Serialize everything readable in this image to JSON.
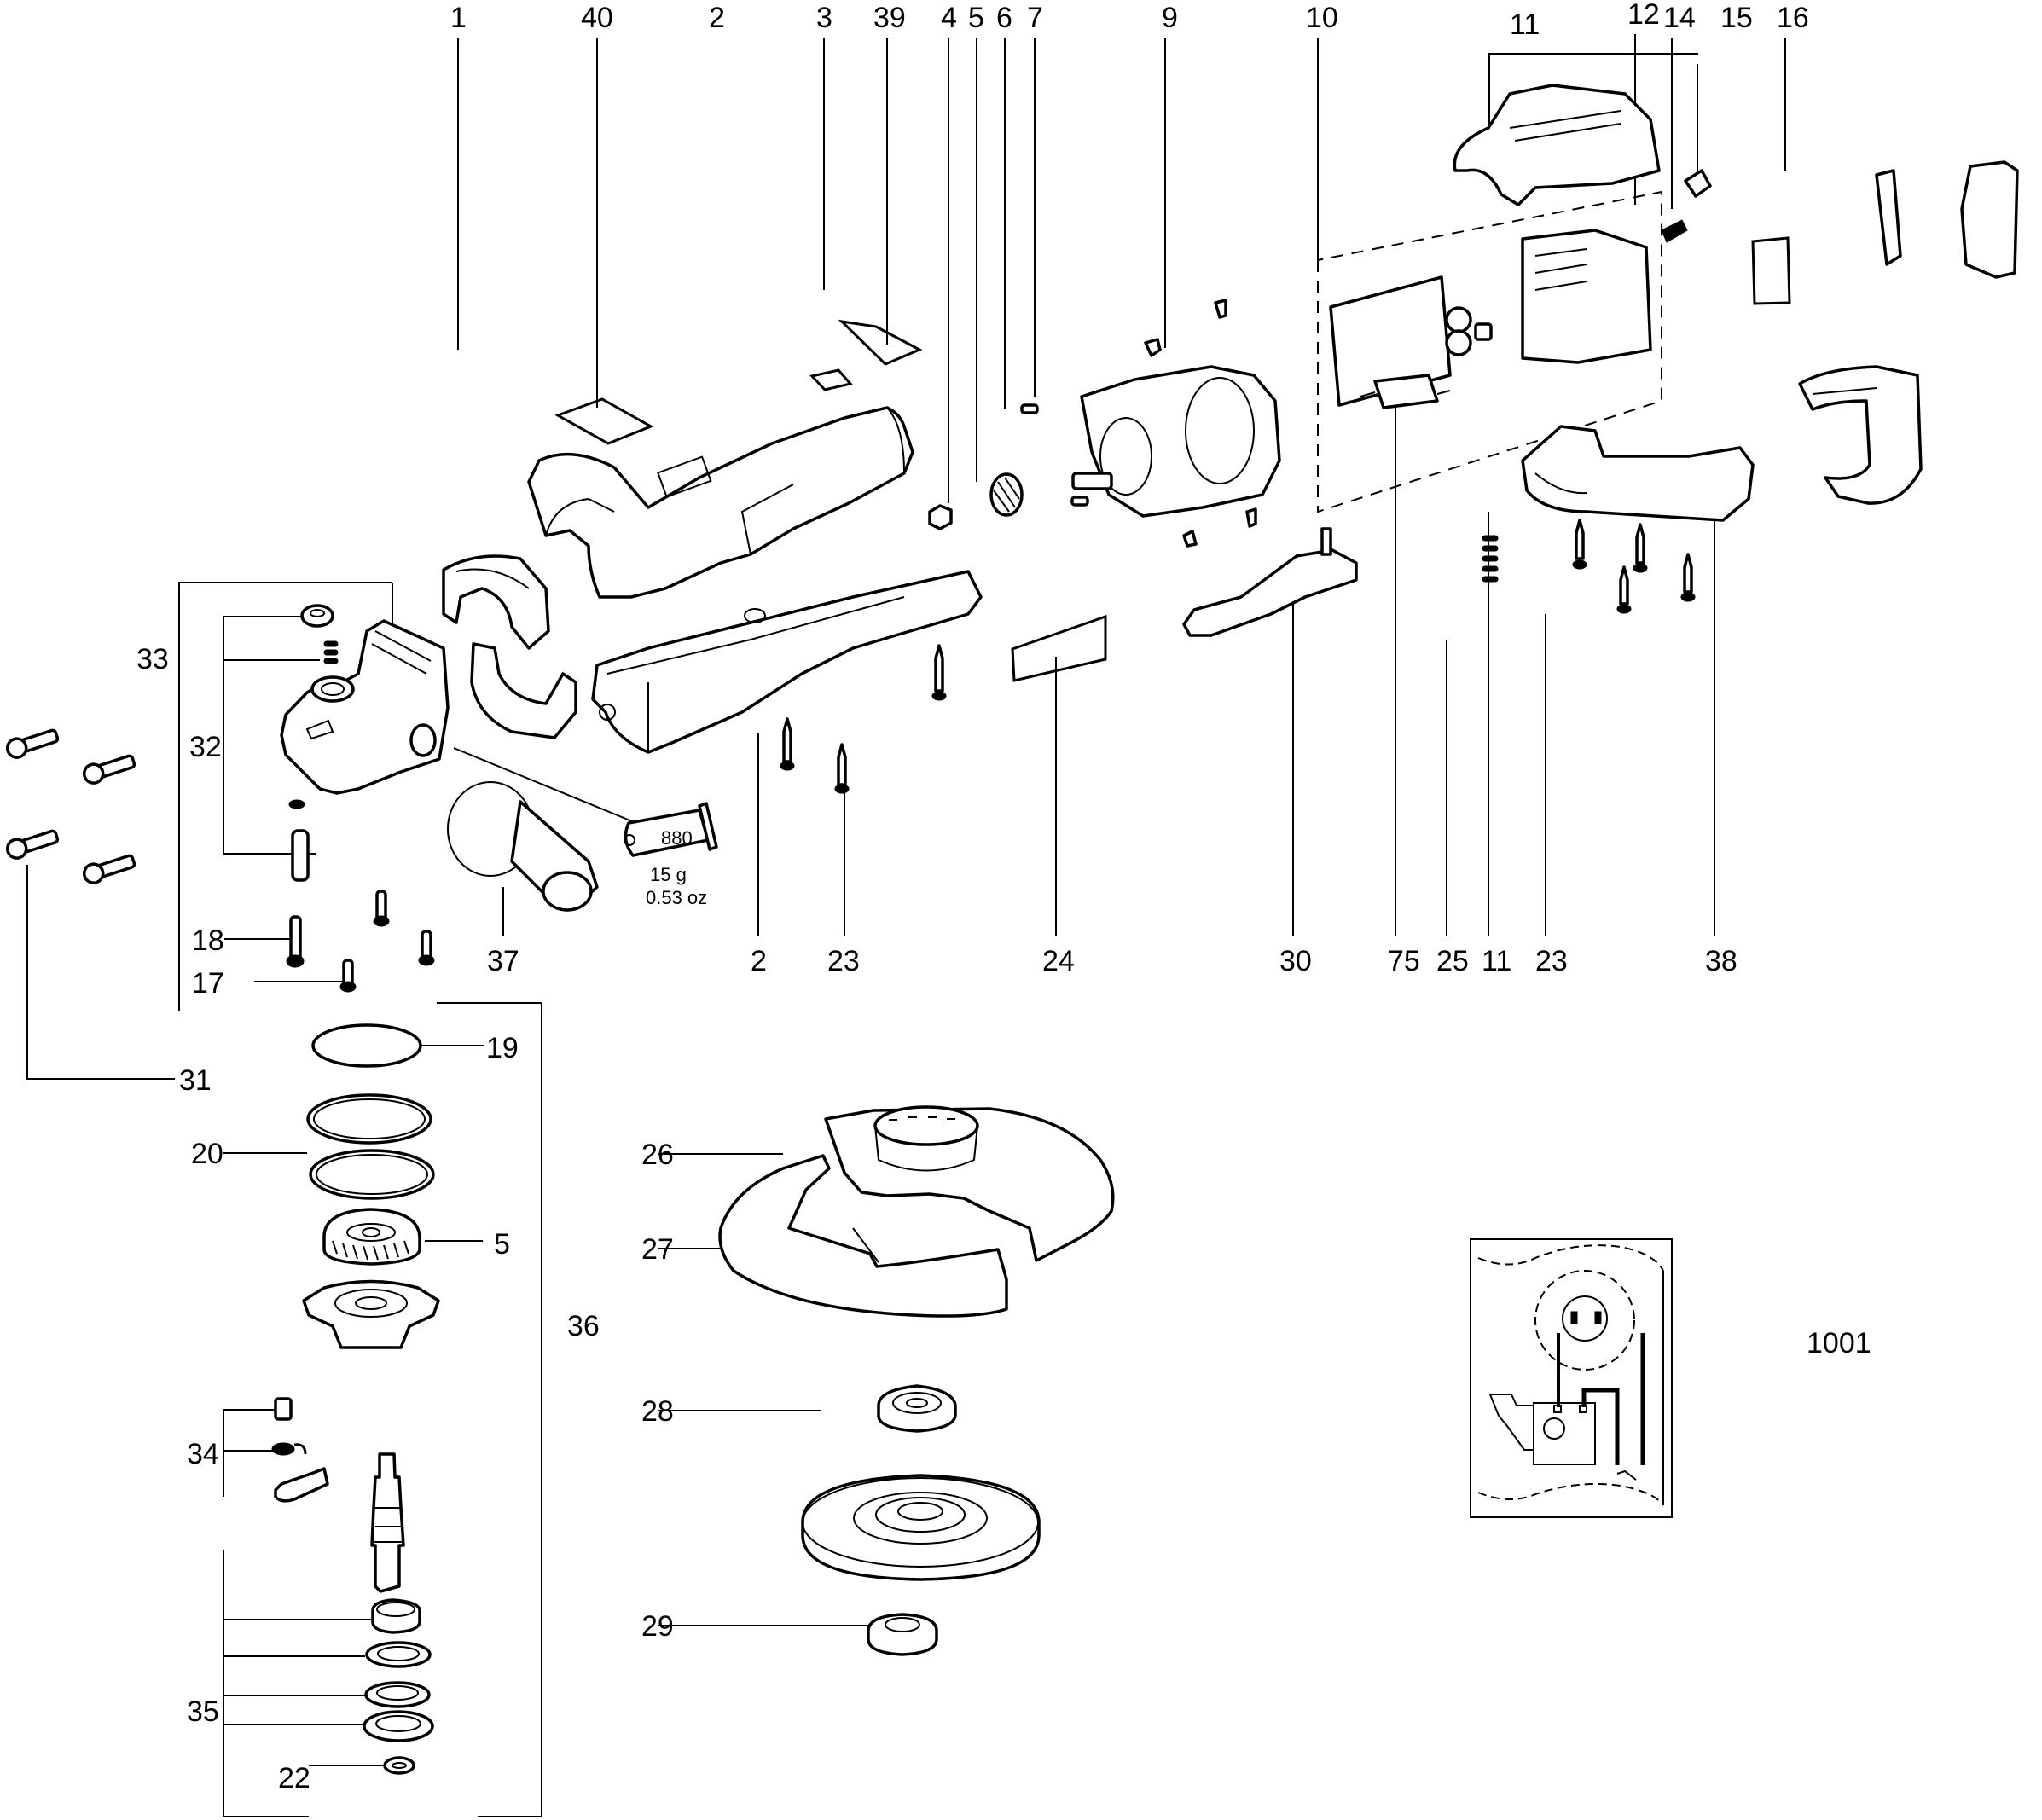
{
  "diagram": {
    "title": "Exploded parts diagram - angle grinder",
    "colors": {
      "ink": "#000000",
      "paper": "#ffffff"
    },
    "callouts": [
      {
        "id": "c1",
        "label": "1"
      },
      {
        "id": "c40",
        "label": "40"
      },
      {
        "id": "c2top",
        "label": "2"
      },
      {
        "id": "c3",
        "label": "3"
      },
      {
        "id": "c39",
        "label": "39"
      },
      {
        "id": "c4",
        "label": "4"
      },
      {
        "id": "c5top",
        "label": "5"
      },
      {
        "id": "c6",
        "label": "6"
      },
      {
        "id": "c7",
        "label": "7"
      },
      {
        "id": "c9",
        "label": "9"
      },
      {
        "id": "c10",
        "label": "10"
      },
      {
        "id": "c11top",
        "label": "11"
      },
      {
        "id": "c12",
        "label": "12"
      },
      {
        "id": "c14",
        "label": "14"
      },
      {
        "id": "c15",
        "label": "15"
      },
      {
        "id": "c16",
        "label": "16"
      },
      {
        "id": "c33",
        "label": "33"
      },
      {
        "id": "c32",
        "label": "32"
      },
      {
        "id": "c18",
        "label": "18"
      },
      {
        "id": "c17",
        "label": "17"
      },
      {
        "id": "c37",
        "label": "37"
      },
      {
        "id": "c2bot",
        "label": "2"
      },
      {
        "id": "c23a",
        "label": "23"
      },
      {
        "id": "c24",
        "label": "24"
      },
      {
        "id": "c30",
        "label": "30"
      },
      {
        "id": "c75",
        "label": "75"
      },
      {
        "id": "c25",
        "label": "25"
      },
      {
        "id": "c11bot",
        "label": "11"
      },
      {
        "id": "c23b",
        "label": "23"
      },
      {
        "id": "c38",
        "label": "38"
      },
      {
        "id": "c31",
        "label": "31"
      },
      {
        "id": "c19",
        "label": "19"
      },
      {
        "id": "c20",
        "label": "20"
      },
      {
        "id": "c5bot",
        "label": "5"
      },
      {
        "id": "c36",
        "label": "36"
      },
      {
        "id": "c34",
        "label": "34"
      },
      {
        "id": "c35",
        "label": "35"
      },
      {
        "id": "c22",
        "label": "22"
      },
      {
        "id": "c26",
        "label": "26"
      },
      {
        "id": "c27",
        "label": "27"
      },
      {
        "id": "c28",
        "label": "28"
      },
      {
        "id": "c29",
        "label": "29"
      },
      {
        "id": "c1001",
        "label": "1001"
      }
    ],
    "grease_tube": {
      "code": "880",
      "weight_g": "15 g",
      "weight_oz": "0.53  oz"
    }
  }
}
